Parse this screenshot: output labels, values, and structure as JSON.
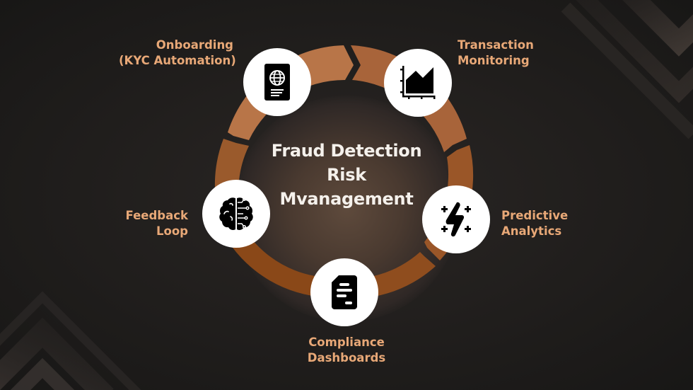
{
  "diagram": {
    "title_lines": [
      "Fraud Detection",
      "Risk",
      "Mvanagement"
    ],
    "type": "cycle",
    "colors": {
      "background": "#1d1b1a",
      "label_text": "#e8a877",
      "title_text": "#f5f1ec",
      "ring_segments": [
        "#b87548",
        "#a8643a",
        "#9a5628",
        "#8f4d1e",
        "#8a4818",
        "#9a5a2c"
      ],
      "node_fill": "#ffffff",
      "icon_fill": "#000000"
    },
    "nodes": [
      {
        "id": "onboarding",
        "label_lines": [
          "Onboarding",
          "(KYC Automation)"
        ],
        "icon": "passport-icon"
      },
      {
        "id": "transaction-monitoring",
        "label_lines": [
          "Transaction",
          "Monitoring"
        ],
        "icon": "area-chart-icon"
      },
      {
        "id": "predictive-analytics",
        "label_lines": [
          "Predictive",
          "Analytics"
        ],
        "icon": "lightning-sparkle-icon"
      },
      {
        "id": "compliance-dashboards",
        "label_lines": [
          "Compliance",
          "Dashboards"
        ],
        "icon": "document-icon"
      },
      {
        "id": "feedback-loop",
        "label_lines": [
          "Feedback",
          "Loop"
        ],
        "icon": "ai-brain-icon"
      }
    ]
  }
}
